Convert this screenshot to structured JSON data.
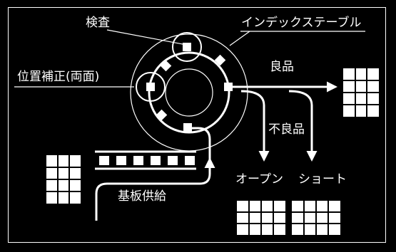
{
  "diagram": {
    "labels": {
      "inspection": "検査",
      "index_table": "インデックステーブル",
      "position_correction": "位置補正(両面)",
      "good": "良品",
      "defective": "不良品",
      "open": "オープン",
      "short": "ショート",
      "board_supply": "基板供給"
    },
    "colors": {
      "background": "#000000",
      "foreground": "#ffffff"
    }
  }
}
